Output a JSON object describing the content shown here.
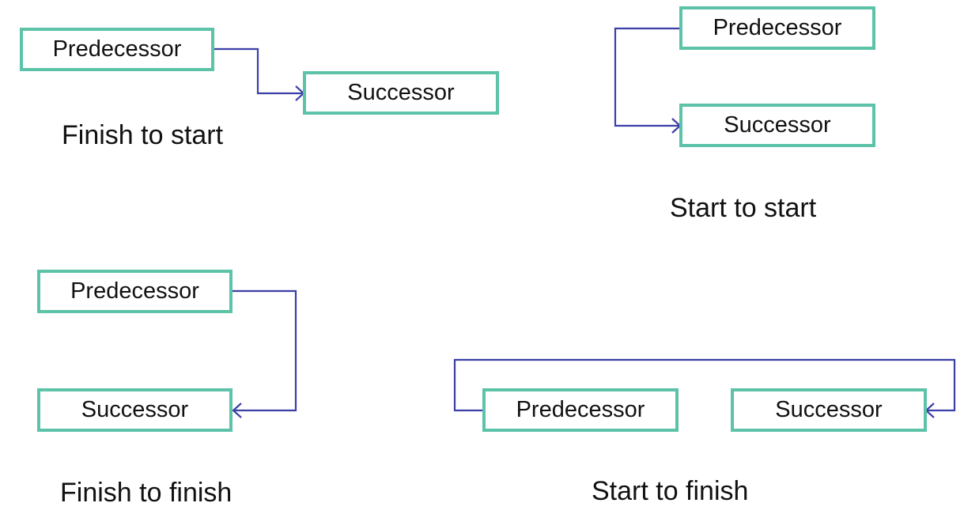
{
  "colors": {
    "box_border": "#5cc3a8",
    "connector": "#3b3fa6",
    "text": "#111111",
    "background": "#ffffff"
  },
  "quadrants": [
    {
      "id": "finish-to-start",
      "predecessor": "Predecessor",
      "successor": "Successor",
      "caption": "Finish to start"
    },
    {
      "id": "start-to-start",
      "predecessor": "Predecessor",
      "successor": "Successor",
      "caption": "Start to start"
    },
    {
      "id": "finish-to-finish",
      "predecessor": "Predecessor",
      "successor": "Successor",
      "caption": "Finish to finish"
    },
    {
      "id": "start-to-finish",
      "predecessor": "Predecessor",
      "successor": "Successor",
      "caption": "Start to finish"
    }
  ]
}
